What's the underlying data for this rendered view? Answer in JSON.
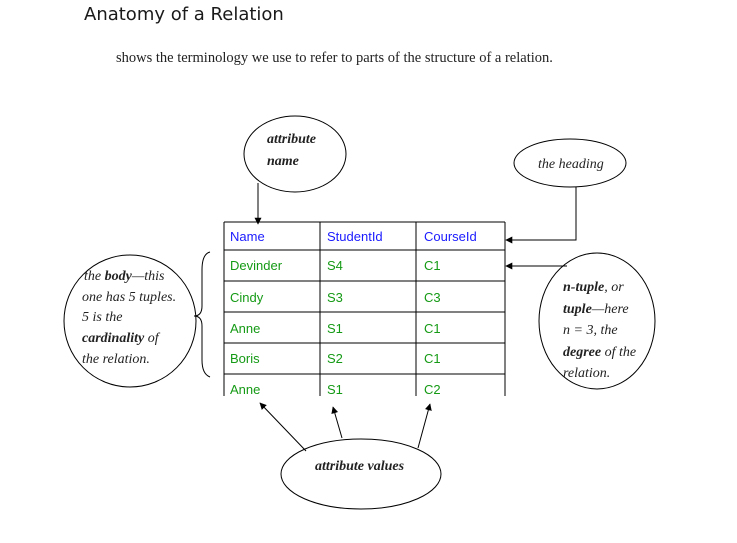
{
  "title": "Anatomy of a Relation",
  "intro": "shows the terminology we use to refer to parts of the structure of a relation.",
  "relation": {
    "headers": [
      "Name",
      "StudentId",
      "CourseId"
    ],
    "rows": [
      [
        "Devinder",
        "S4",
        "C1"
      ],
      [
        "Cindy",
        "S3",
        "C3"
      ],
      [
        "Anne",
        "S1",
        "C1"
      ],
      [
        "Boris",
        "S2",
        "C1"
      ],
      [
        "Anne",
        "S1",
        "C2"
      ]
    ]
  },
  "callouts": {
    "attribute_name": {
      "line1": "attribute",
      "line2": "name"
    },
    "heading": "the heading",
    "body": {
      "line1_a": "the ",
      "line1_b": "body",
      "line1_c": "—this",
      "line2": "one has 5 tuples.",
      "line3": "5 is the",
      "line4_a": "cardinality",
      "line4_b": " of",
      "line5": "the relation."
    },
    "tuple": {
      "line1_a": "n-tuple",
      "line1_b": ", or",
      "line2_a": "tuple",
      "line2_b": "—here",
      "line3": "n = 3, the",
      "line4_a": "degree",
      "line4_b": " of the",
      "line5": "relation."
    },
    "attribute_values": "attribute values"
  },
  "colors": {
    "header_text": "#1a1aff",
    "value_text": "#159a15",
    "line": "#000000"
  }
}
